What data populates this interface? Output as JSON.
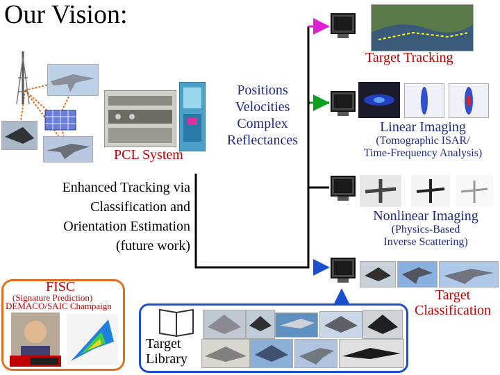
{
  "title": "Our Vision:",
  "pcl": {
    "label": "PCL System"
  },
  "outputs": {
    "line1": "Positions",
    "line2": "Velocities",
    "line3": "Complex",
    "line4": "Reflectances"
  },
  "tracking": {
    "label": "Target Tracking"
  },
  "linear": {
    "label": "Linear Imaging",
    "sub1": "(Tomographic ISAR/",
    "sub2": "Time-Frequency Analysis)"
  },
  "nonlinear": {
    "label": "Nonlinear Imaging",
    "sub1": "(Physics-Based",
    "sub2": "Inverse Scattering)"
  },
  "enhanced": {
    "line1": "Enhanced Tracking via",
    "line2": "Classification and",
    "line3": "Orientation Estimation",
    "line4": "(future work)"
  },
  "classification": {
    "line1": "Target",
    "line2": "Classification"
  },
  "fisc": {
    "label": "FISC",
    "sub1": "(Signature Prediction)",
    "sub2": "DEMACO/SAIC Champaign"
  },
  "library": {
    "line1": "Target",
    "line2": "Library"
  },
  "colors": {
    "arrow_magenta": "#e020d0",
    "arrow_green": "#10a020",
    "arrow_blue": "#1a4fd0",
    "box_orange": "#e07020",
    "label_red": "#c00000"
  }
}
